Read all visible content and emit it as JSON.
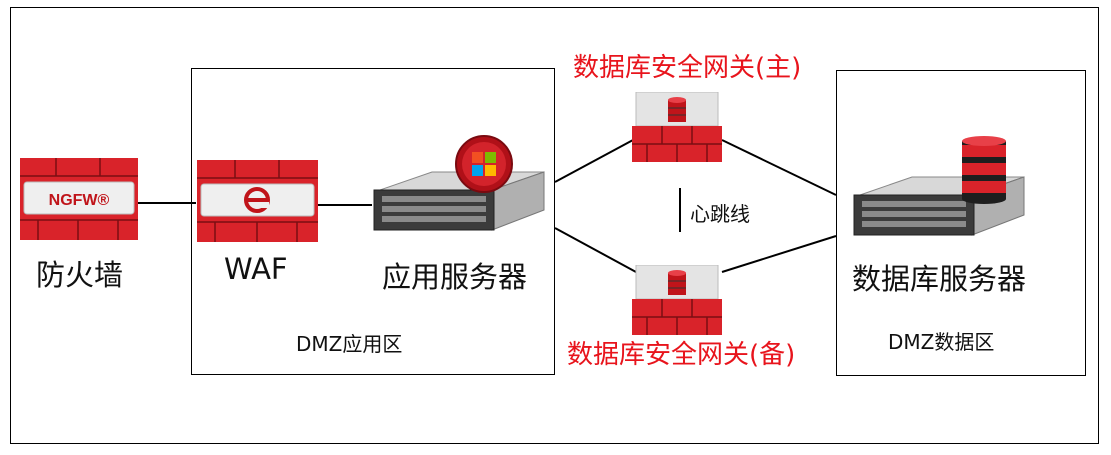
{
  "labels": {
    "firewall": "防火墙",
    "waf": "WAF",
    "app_server": "应用服务器",
    "db_server": "数据库服务器",
    "dmz_app": "DMZ应用区",
    "dmz_db": "DMZ数据区",
    "gateway_primary": "数据库安全网关(主)",
    "gateway_backup": "数据库安全网关(备)",
    "heartbeat": "心跳线",
    "ngfw_badge": "NGFW®"
  },
  "colors": {
    "brick_red": "#d9232a",
    "label_red": "#e8141c",
    "server_gray": "#8a8a8a"
  },
  "icons": {
    "firewall": "brick-wall-icon",
    "waf": "brick-wall-ie-icon",
    "app_server": "rack-server-windows-icon",
    "db_server": "rack-server-database-icon",
    "gateway": "brick-database-gateway-icon"
  }
}
